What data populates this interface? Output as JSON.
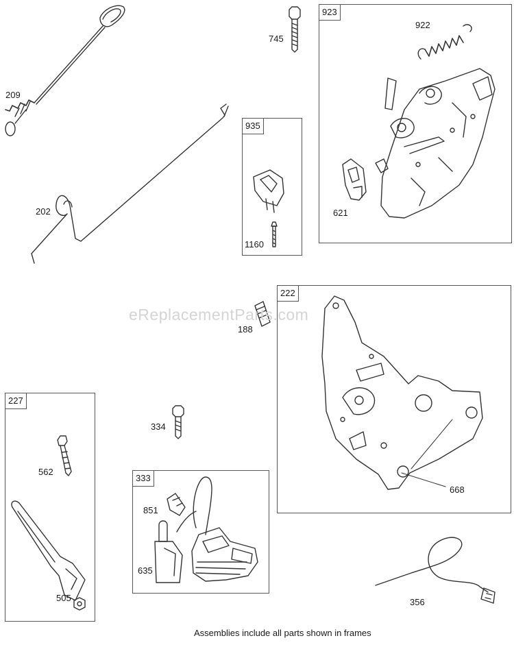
{
  "watermark": "eReplacementParts.com",
  "footer_note": "Assemblies include all parts shown in frames",
  "frames": {
    "f923": "923",
    "f935": "935",
    "f222": "222",
    "f227": "227",
    "f333": "333"
  },
  "callouts": {
    "c209": "209",
    "c202": "202",
    "c745": "745",
    "c922": "922",
    "c621": "621",
    "c1160": "1160",
    "c188": "188",
    "c668": "668",
    "c334": "334",
    "c562": "562",
    "c505": "505",
    "c851": "851",
    "c635": "635",
    "c356": "356"
  }
}
